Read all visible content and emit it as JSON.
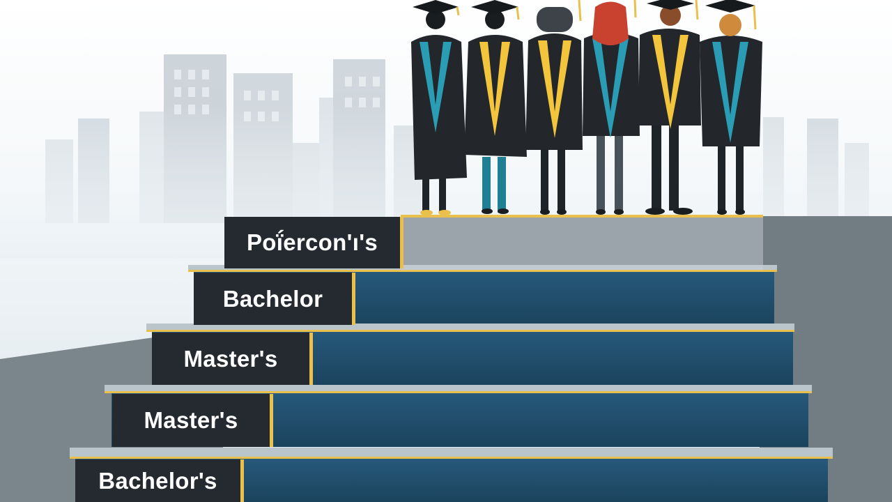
{
  "steps": [
    {
      "label": "Poḯercon'ı's"
    },
    {
      "label": "Bachelor"
    },
    {
      "label": "Master's"
    },
    {
      "label": "Master's"
    },
    {
      "label": "Bachelor's"
    }
  ],
  "graduates": [
    {
      "figure": "graduate",
      "gown": "#23272b",
      "stole": "#2a9db5"
    },
    {
      "figure": "graduate",
      "gown": "#23272b",
      "stole": "#f2c53d"
    },
    {
      "figure": "graduate",
      "gown": "#23272b",
      "stole": "#f2c53d"
    },
    {
      "figure": "graduate",
      "gown": "#23272b",
      "stole": "#2a9db5"
    },
    {
      "figure": "graduate",
      "gown": "#23272b",
      "stole": "#f2c53d"
    },
    {
      "figure": "graduate",
      "gown": "#23272b",
      "stole": "#2a9db5"
    }
  ],
  "colors": {
    "step_face": "#1e4a66",
    "step_label_bg": "#242a2f",
    "accent_gold": "#e8c04b",
    "wall": "#6f787f",
    "sky": "#eef3f6"
  }
}
